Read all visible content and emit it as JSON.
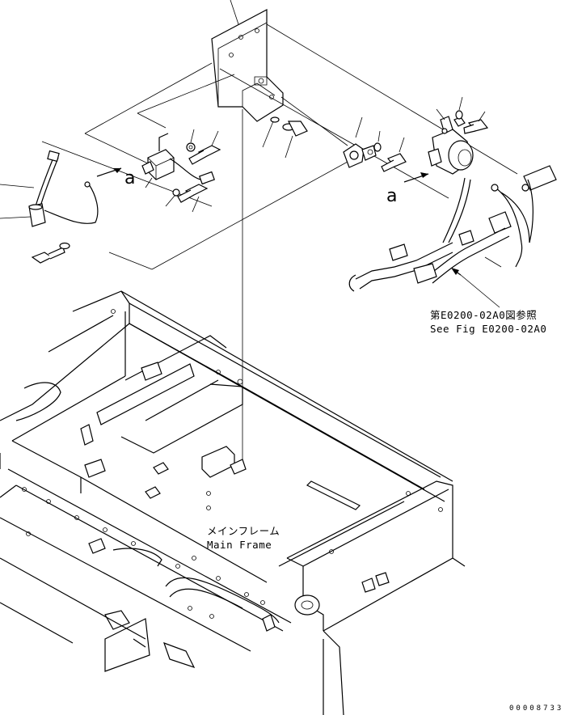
{
  "callouts": {
    "left_a": "a",
    "right_a": "a"
  },
  "reference": {
    "jp": "第E0200-02A0図参照",
    "en": "See Fig E0200-02A0"
  },
  "main_frame": {
    "jp": "メインフレーム",
    "en": "Main Frame"
  },
  "drawing_code": "00008733"
}
